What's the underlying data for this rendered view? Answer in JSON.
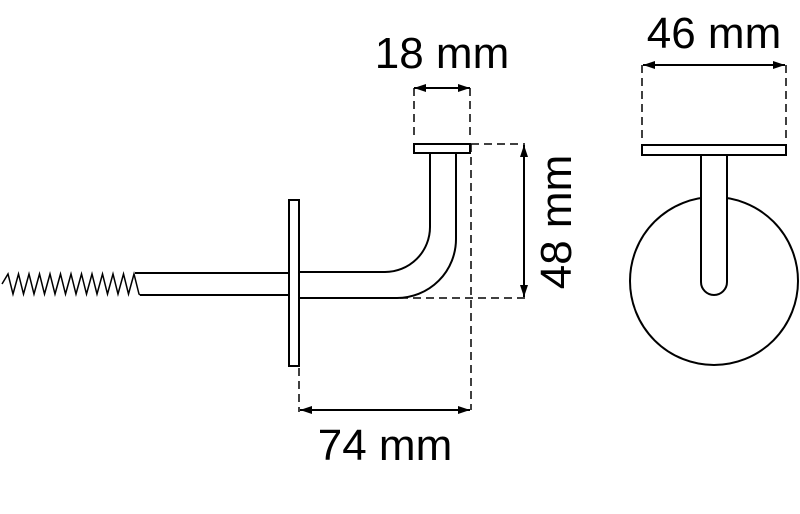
{
  "dimensions": {
    "cap_width_side": "18 mm",
    "height": "48 mm",
    "projection": "74 mm",
    "cap_width_front": "46 mm"
  },
  "colors": {
    "line": "#000000",
    "background": "#ffffff"
  }
}
